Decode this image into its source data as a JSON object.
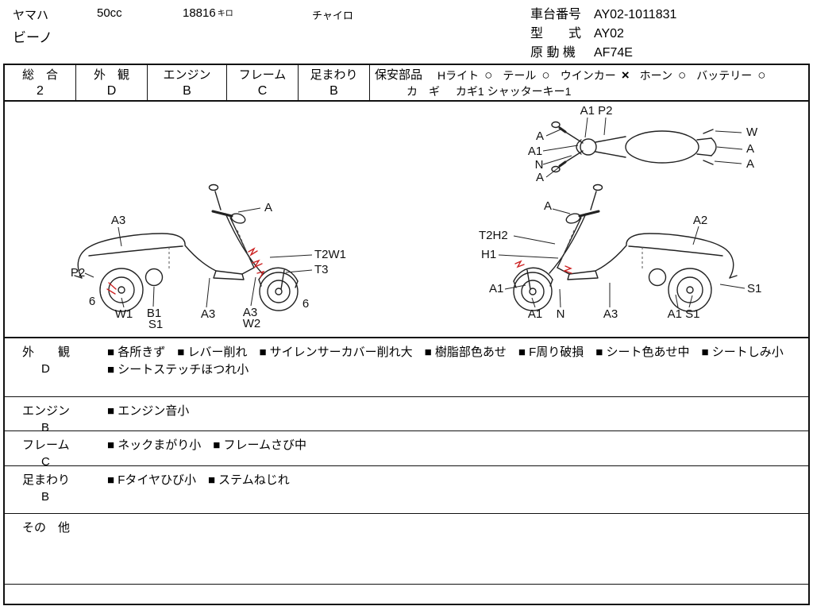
{
  "header": {
    "maker": "ヤマハ",
    "displacement": "50cc",
    "mileage": "18816",
    "mileage_unit": "キロ",
    "color": "チャイロ",
    "model_name": "ビーノ",
    "chassis_label": "車台番号",
    "chassis_value": "AY02-1011831",
    "model_label": "型　　式",
    "model_value": "AY02",
    "engine_label": "原 動 機",
    "engine_value": "AF74E"
  },
  "grades": [
    {
      "label": "総　合",
      "value": "2"
    },
    {
      "label": "外　観",
      "value": "D"
    },
    {
      "label": "エンジン",
      "value": "B"
    },
    {
      "label": "フレーム",
      "value": "C"
    },
    {
      "label": "足まわり",
      "value": "B"
    }
  ],
  "safety": {
    "title": "保安部品",
    "items": [
      {
        "label": "Hライト",
        "mark": "○"
      },
      {
        "label": "テール",
        "mark": "○"
      },
      {
        "label": "ウインカー",
        "mark": "×"
      },
      {
        "label": "ホーン",
        "mark": "○"
      },
      {
        "label": "バッテリー",
        "mark": "○"
      }
    ],
    "key_label": "カ　ギ",
    "key_value": "カギ1 シャッターキー1"
  },
  "labels": {
    "top_view": [
      "A1 P2",
      "A",
      "A1",
      "N",
      "A",
      "W",
      "A",
      "A"
    ],
    "left_view": [
      "A3",
      "A",
      "P2",
      "T2W1",
      "T3",
      "6",
      "W1",
      "B1",
      "S1",
      "A3",
      "A3",
      "W2",
      "6"
    ],
    "right_view": [
      "A",
      "A2",
      "T2H2",
      "H1",
      "A1",
      "S1",
      "A1",
      "N",
      "A3",
      "A1 S1"
    ]
  },
  "notes": {
    "rows": [
      {
        "label": "外　　観",
        "grade": "D",
        "text": "■ 各所きず　■ レバー削れ　■ サイレンサーカバー削れ大　■ 樹脂部色あせ　■ F周り破損　■ シート色あせ中　■ シートしみ小　■ シートステッチほつれ小"
      },
      {
        "label": "エンジン",
        "grade": "B",
        "text": "■ エンジン音小"
      },
      {
        "label": "フレーム",
        "grade": "C",
        "text": "■ ネックまがり小　■ フレームさび中"
      },
      {
        "label": "足まわり",
        "grade": "B",
        "text": "■ Fタイヤひび小　■ ステムねじれ"
      },
      {
        "label": "その　他",
        "grade": "",
        "text": ""
      }
    ]
  }
}
